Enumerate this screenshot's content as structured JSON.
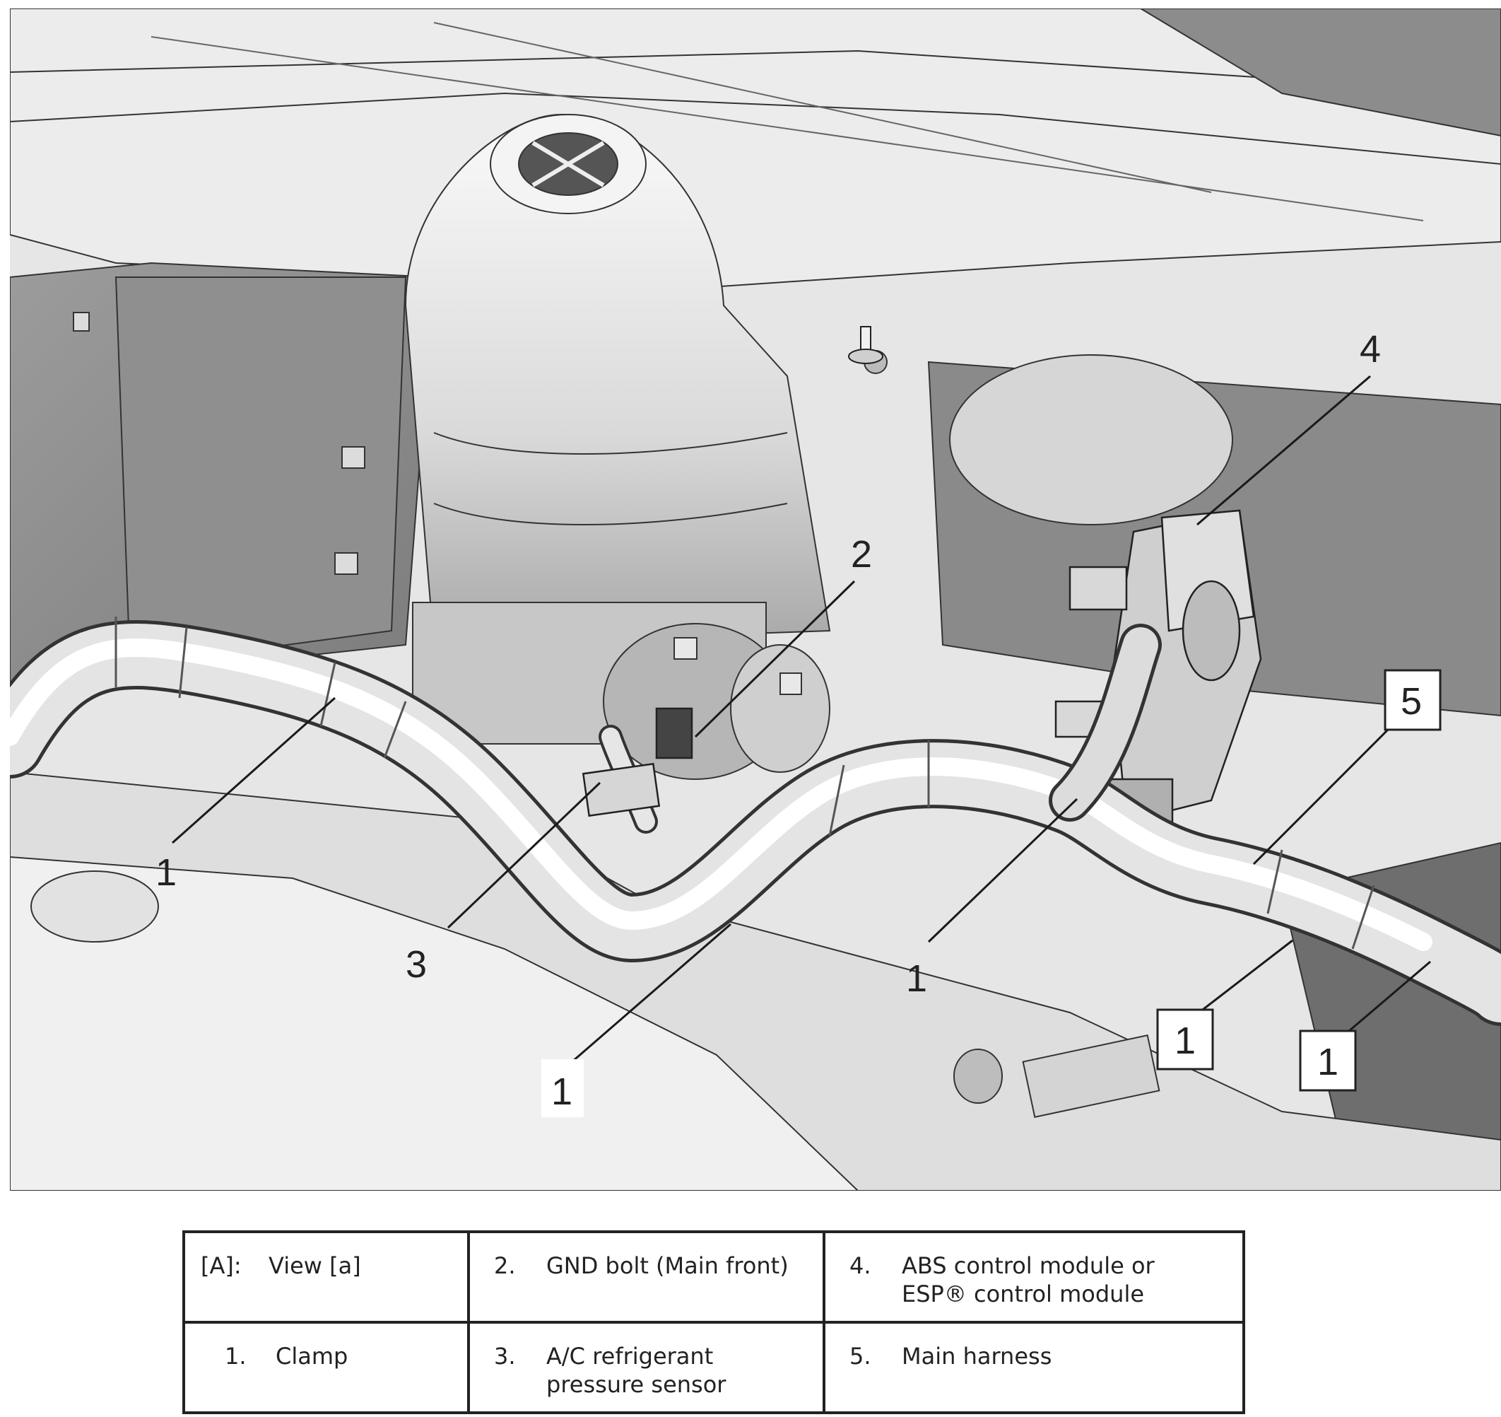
{
  "figure": {
    "callouts": [
      {
        "id": "c1a",
        "label": "1"
      },
      {
        "id": "c1b",
        "label": "1"
      },
      {
        "id": "c1c",
        "label": "1"
      },
      {
        "id": "c1d",
        "label": "1"
      },
      {
        "id": "c1e",
        "label": "1"
      },
      {
        "id": "c2",
        "label": "2"
      },
      {
        "id": "c3",
        "label": "3"
      },
      {
        "id": "c4",
        "label": "4"
      },
      {
        "id": "c5",
        "label": "5"
      }
    ]
  },
  "legend": {
    "rows": [
      [
        {
          "num": "[A]:",
          "text": "View [a]"
        },
        {
          "num": "2.",
          "text": "GND bolt (Main front)"
        },
        {
          "num": "4.",
          "text": "ABS control module or\nESP® control module"
        }
      ],
      [
        {
          "num": "1.",
          "text": "Clamp"
        },
        {
          "num": "3.",
          "text": "A/C refrigerant\npressure sensor"
        },
        {
          "num": "5.",
          "text": "Main harness"
        }
      ]
    ]
  }
}
